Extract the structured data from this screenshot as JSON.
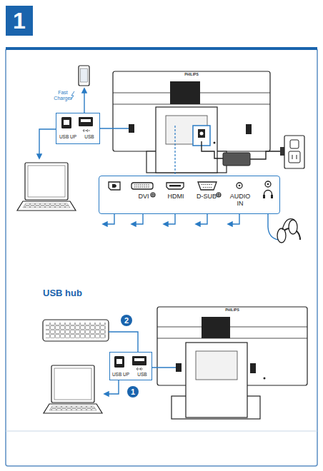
{
  "diagram": {
    "nodes": [
      {
        "text": [
          "1"
        ]
      },
      {
        "text": [
          "USB UP",
          "USB"
        ]
      },
      {
        "text": [
          "DVI",
          "HDMI",
          "D-SUB",
          "AUDIO IN"
        ]
      },
      {
        "text": [
          "2"
        ]
      },
      {
        "text": [
          "USB UP",
          "USB"
        ]
      },
      {
        "text": [
          "1"
        ]
      }
    ],
    "labels": [
      "Fast Charger",
      "PHILIPS",
      "USB hub",
      "PHILIPS"
    ]
  }
}
